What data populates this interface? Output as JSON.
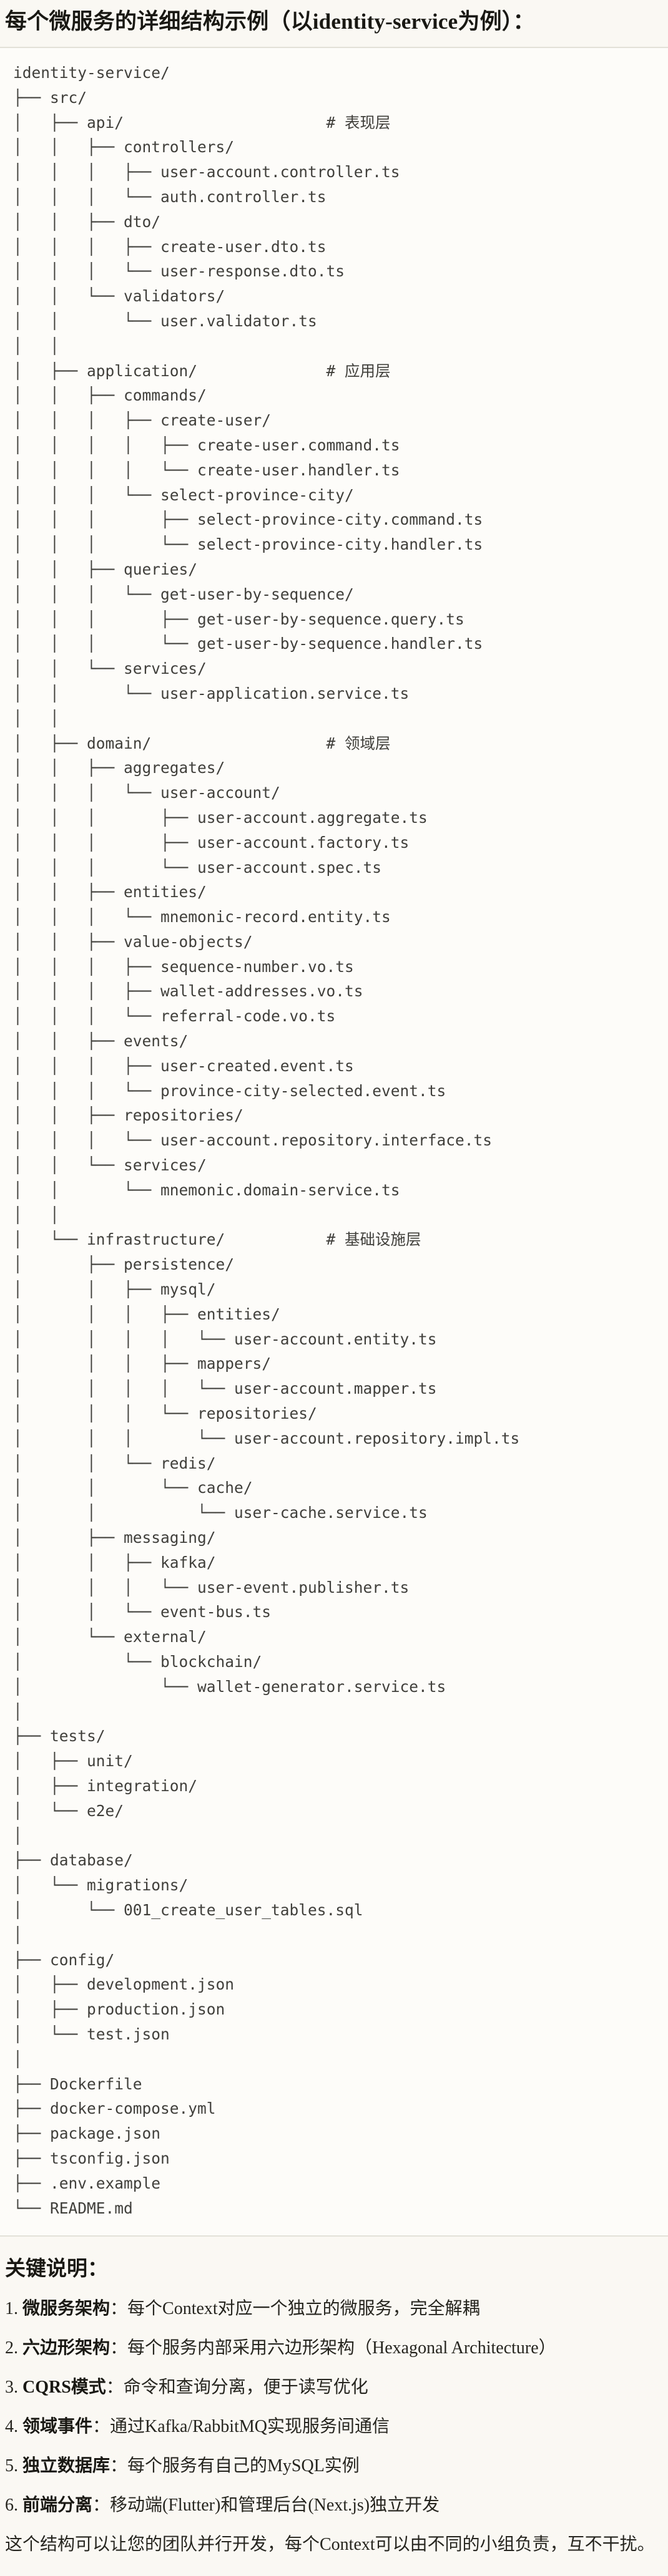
{
  "colors": {
    "page_bg": "#FAF8F3",
    "code_bg": "#FDFCF9",
    "divider": "#E3E1D8",
    "code_text": "#403F3B",
    "heading_text": "#191813",
    "body_text": "#26251F"
  },
  "title": "每个微服务的详细结构示例（以identity-service为例）：",
  "tree": {
    "lines": [
      "identity-service/",
      "├── src/",
      "│   ├── api/                      # 表现层",
      "│   │   ├── controllers/",
      "│   │   │   ├── user-account.controller.ts",
      "│   │   │   └── auth.controller.ts",
      "│   │   ├── dto/",
      "│   │   │   ├── create-user.dto.ts",
      "│   │   │   └── user-response.dto.ts",
      "│   │   └── validators/",
      "│   │       └── user.validator.ts",
      "│   │",
      "│   ├── application/              # 应用层",
      "│   │   ├── commands/",
      "│   │   │   ├── create-user/",
      "│   │   │   │   ├── create-user.command.ts",
      "│   │   │   │   └── create-user.handler.ts",
      "│   │   │   └── select-province-city/",
      "│   │   │       ├── select-province-city.command.ts",
      "│   │   │       └── select-province-city.handler.ts",
      "│   │   ├── queries/",
      "│   │   │   └── get-user-by-sequence/",
      "│   │   │       ├── get-user-by-sequence.query.ts",
      "│   │   │       └── get-user-by-sequence.handler.ts",
      "│   │   └── services/",
      "│   │       └── user-application.service.ts",
      "│   │",
      "│   ├── domain/                   # 领域层",
      "│   │   ├── aggregates/",
      "│   │   │   └── user-account/",
      "│   │   │       ├── user-account.aggregate.ts",
      "│   │   │       ├── user-account.factory.ts",
      "│   │   │       └── user-account.spec.ts",
      "│   │   ├── entities/",
      "│   │   │   └── mnemonic-record.entity.ts",
      "│   │   ├── value-objects/",
      "│   │   │   ├── sequence-number.vo.ts",
      "│   │   │   ├── wallet-addresses.vo.ts",
      "│   │   │   └── referral-code.vo.ts",
      "│   │   ├── events/",
      "│   │   │   ├── user-created.event.ts",
      "│   │   │   └── province-city-selected.event.ts",
      "│   │   ├── repositories/",
      "│   │   │   └── user-account.repository.interface.ts",
      "│   │   └── services/",
      "│   │       └── mnemonic.domain-service.ts",
      "│   │",
      "│   └── infrastructure/           # 基础设施层",
      "│       ├── persistence/",
      "│       │   ├── mysql/",
      "│       │   │   ├── entities/",
      "│       │   │   │   └── user-account.entity.ts",
      "│       │   │   ├── mappers/",
      "│       │   │   │   └── user-account.mapper.ts",
      "│       │   │   └── repositories/",
      "│       │   │       └── user-account.repository.impl.ts",
      "│       │   └── redis/",
      "│       │       └── cache/",
      "│       │           └── user-cache.service.ts",
      "│       ├── messaging/",
      "│       │   ├── kafka/",
      "│       │   │   └── user-event.publisher.ts",
      "│       │   └── event-bus.ts",
      "│       └── external/",
      "│           └── blockchain/",
      "│               └── wallet-generator.service.ts",
      "│",
      "├── tests/",
      "│   ├── unit/",
      "│   ├── integration/",
      "│   └── e2e/",
      "│",
      "├── database/",
      "│   └── migrations/",
      "│       └── 001_create_user_tables.sql",
      "│",
      "├── config/",
      "│   ├── development.json",
      "│   ├── production.json",
      "│   └── test.json",
      "│",
      "├── Dockerfile",
      "├── docker-compose.yml",
      "├── package.json",
      "├── tsconfig.json",
      "├── .env.example",
      "└── README.md"
    ]
  },
  "notes": {
    "heading": "关键说明：",
    "items": [
      {
        "num": "1.",
        "term": "微服务架构",
        "desc": "：每个Context对应一个独立的微服务，完全解耦"
      },
      {
        "num": "2.",
        "term": "六边形架构",
        "desc": "：每个服务内部采用六边形架构（Hexagonal Architecture）"
      },
      {
        "num": "3.",
        "term": "CQRS模式",
        "desc": "：命令和查询分离，便于读写优化"
      },
      {
        "num": "4.",
        "term": "领域事件",
        "desc": "：通过Kafka/RabbitMQ实现服务间通信"
      },
      {
        "num": "5.",
        "term": "独立数据库",
        "desc": "：每个服务有自己的MySQL实例"
      },
      {
        "num": "6.",
        "term": "前端分离",
        "desc": "：移动端(Flutter)和管理后台(Next.js)独立开发"
      }
    ],
    "footer": "这个结构可以让您的团队并行开发，每个Context可以由不同的小组负责，互不干扰。"
  }
}
